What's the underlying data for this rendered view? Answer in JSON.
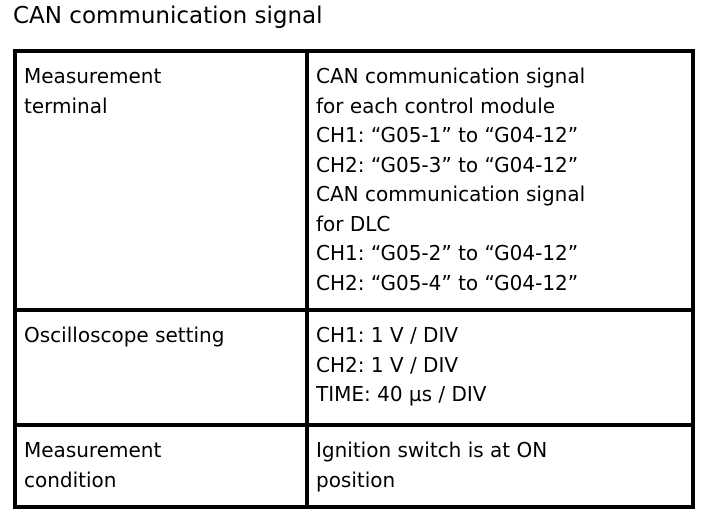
{
  "document": {
    "title": "CAN communication signal",
    "background_color": "#ffffff",
    "text_color": "#000000",
    "border_color": "#000000"
  },
  "table": {
    "column_count": 2,
    "rows": [
      {
        "label": [
          "Measurement",
          "terminal"
        ],
        "value": [
          "CAN communication signal",
          "for each control module",
          "CH1: “G05-1” to “G04-12”",
          "CH2: “G05-3” to “G04-12”",
          "CAN communication signal",
          "for DLC",
          "CH1: “G05-2” to “G04-12”",
          "CH2: “G05-4” to “G04-12”"
        ]
      },
      {
        "label": [
          "Oscilloscope setting"
        ],
        "value": [
          "CH1: 1 V / DIV",
          "CH2: 1 V / DIV",
          "TIME: 40 µs / DIV"
        ]
      },
      {
        "label": [
          "Measurement",
          "condition"
        ],
        "value": [
          "Ignition switch is at ON",
          "position"
        ]
      }
    ]
  }
}
